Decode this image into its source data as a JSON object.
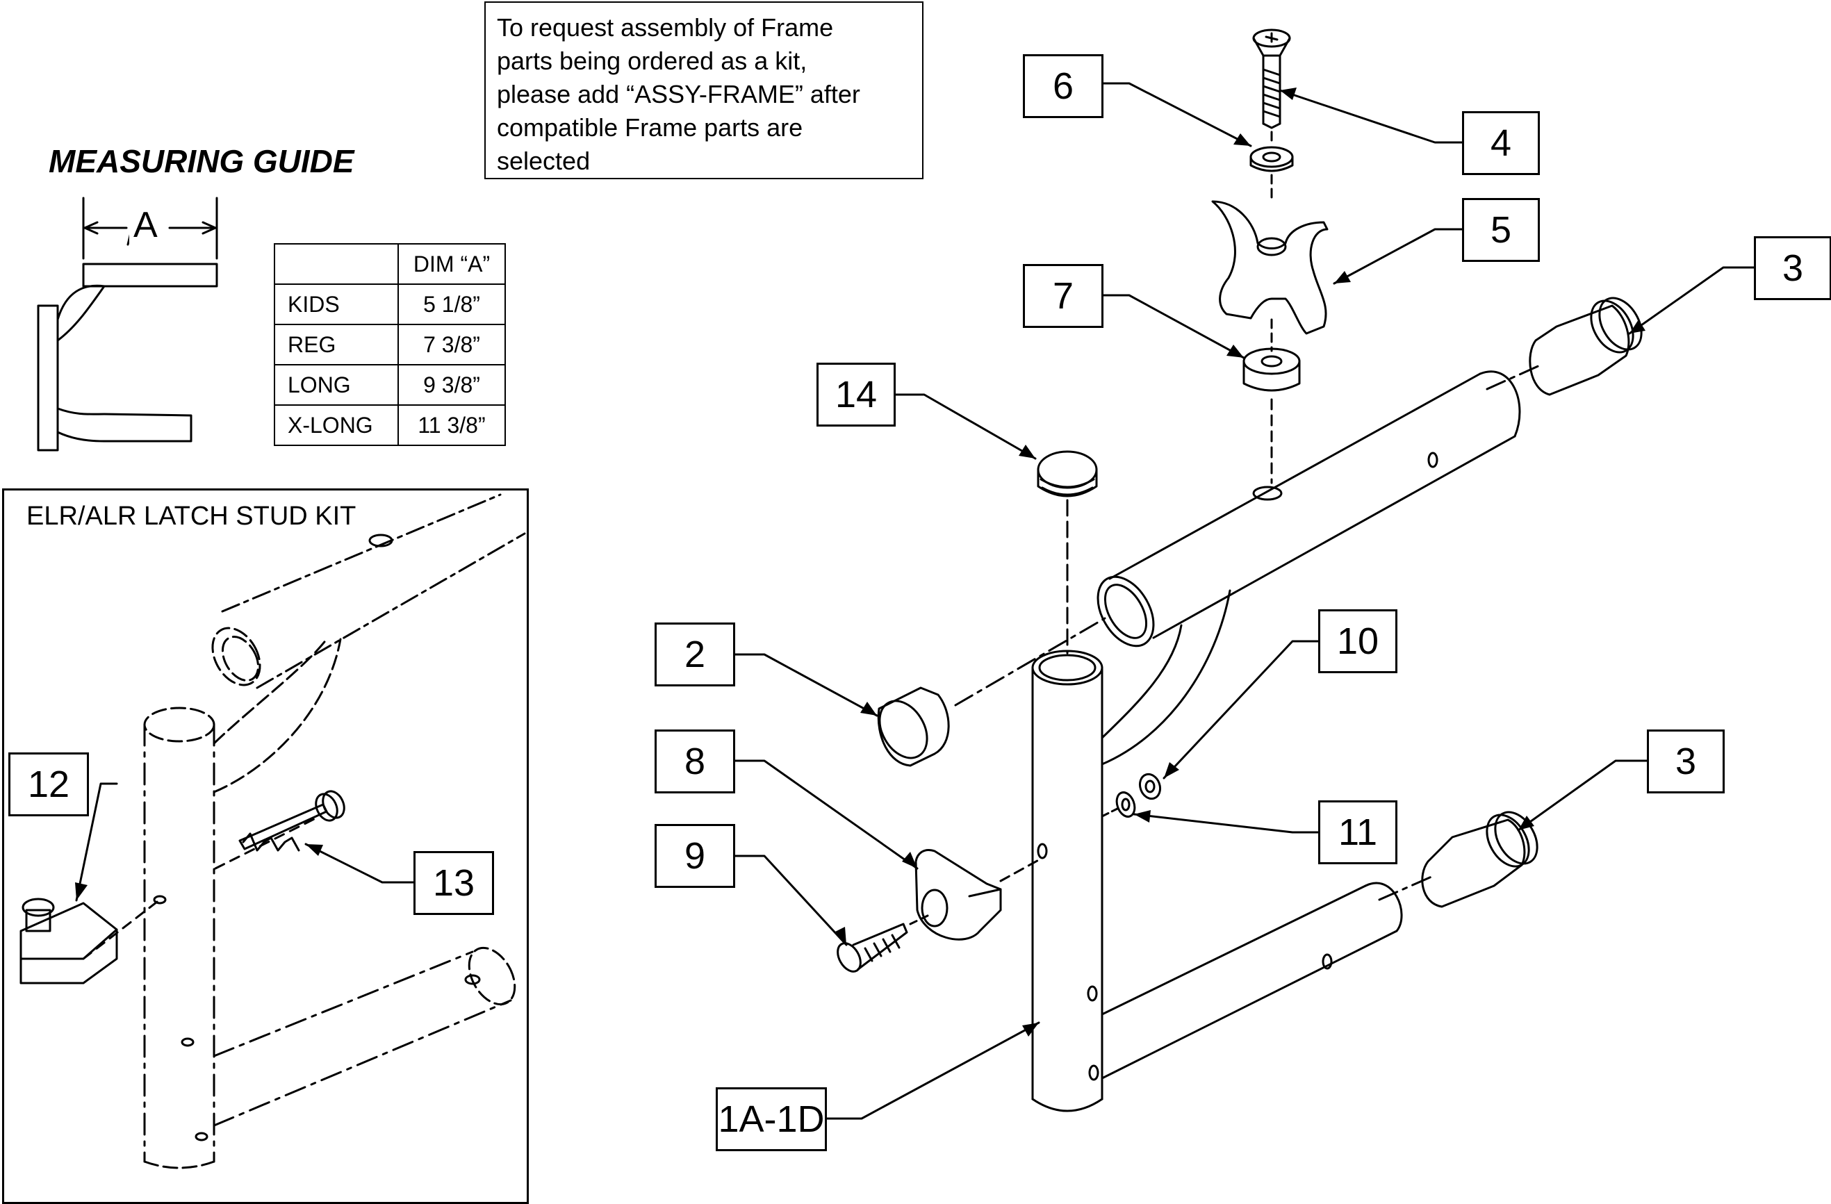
{
  "note": {
    "lines": [
      "To request assembly of Frame",
      "parts being ordered as a kit,",
      "please add “ASSY-FRAME” after",
      "compatible Frame parts are",
      "selected"
    ]
  },
  "measuring_guide": {
    "title": "MEASURING GUIDE",
    "dimension_letter": "A",
    "table": {
      "header": [
        "",
        "DIM “A”"
      ],
      "rows": [
        [
          "KIDS",
          "5 1/8”"
        ],
        [
          "REG",
          "7 3/8”"
        ],
        [
          "LONG",
          "9 3/8”"
        ],
        [
          "X-LONG",
          "11 3/8”"
        ]
      ]
    }
  },
  "kit": {
    "title": "ELR/ALR LATCH STUD KIT"
  },
  "callouts": {
    "c1": "1A-1D",
    "c2": "2",
    "c3a": "3",
    "c3b": "3",
    "c4": "4",
    "c5": "5",
    "c6": "6",
    "c7": "7",
    "c8": "8",
    "c9": "9",
    "c10": "10",
    "c11": "11",
    "c12": "12",
    "c13": "13",
    "c14": "14"
  }
}
